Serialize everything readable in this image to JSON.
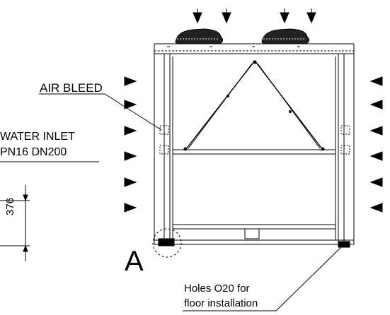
{
  "labels": {
    "air_bleed": "AIR BLEED",
    "water_inlet_line1": "WATER INLET",
    "water_inlet_line2": "PN16 DN200",
    "dimension": "376",
    "detail_marker": "A",
    "holes_line1": "Holes O20 for",
    "holes_line2": "floor installation"
  },
  "colors": {
    "line": "#000000",
    "background": "#ffffff"
  }
}
